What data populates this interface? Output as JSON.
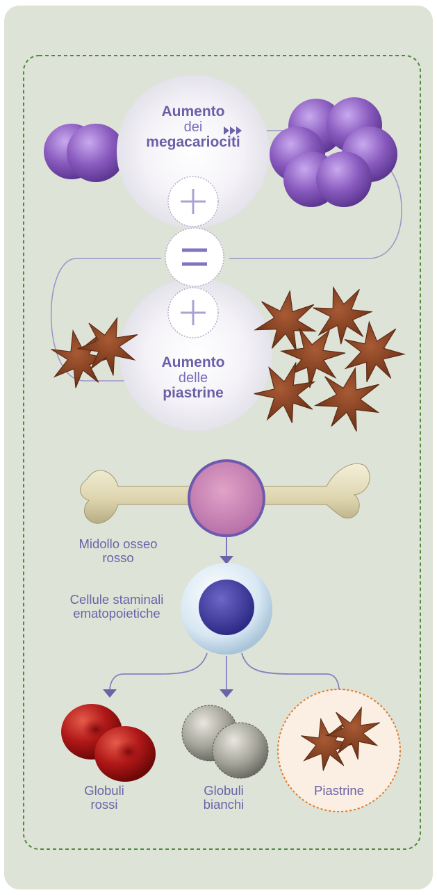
{
  "colors": {
    "panel": "#dde3d6",
    "dashed_border": "#4f8a3a",
    "accent": "#8a7fc0",
    "text": "#6b5fa8",
    "platelet": "#7a3a1f",
    "megakaryocyte": "#8a5cc0",
    "red_cell": "#b01818",
    "white_cell": "#9a9a92",
    "stem_nucleus": "#3d3aa0",
    "platelet_highlight_border": "#e07a2a"
  },
  "icons": [
    "plus-icon",
    "equals-icon",
    "arrow-icon",
    "triple-chevron-icon"
  ],
  "top": {
    "mega_word1": "Aumento",
    "mega_word2": "dei",
    "mega_word3": "megacariociti",
    "plat_word1": "Aumento",
    "plat_word2": "delle",
    "plat_word3": "piastrine"
  },
  "bottom": {
    "marrow_line1": "Midollo osseo",
    "marrow_line2": "rosso",
    "stem_line1": "Cellule staminali",
    "stem_line2": "ematopoietiche",
    "red_line1": "Globuli",
    "red_line2": "rossi",
    "white_line1": "Globuli",
    "white_line2": "bianchi",
    "platelets": "Piastrine"
  }
}
